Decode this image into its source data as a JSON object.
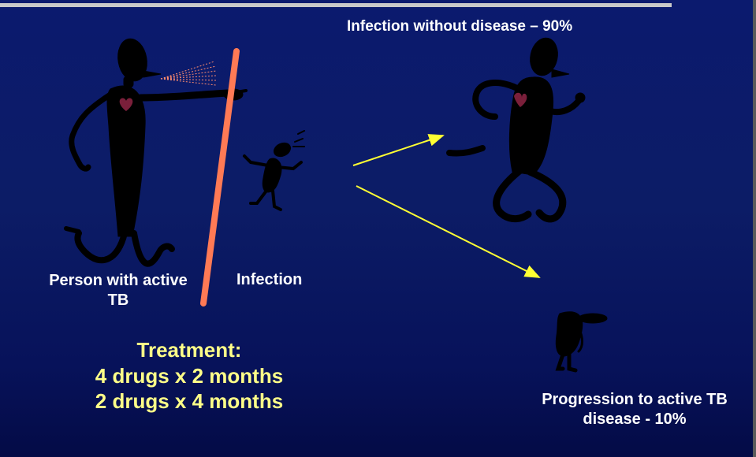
{
  "labels": {
    "infection_without_disease": "Infection without disease – 90%",
    "person_with_active_tb": "Person with active TB",
    "infection": "Infection",
    "progression": "Progression to active TB disease - 10%"
  },
  "treatment": {
    "title": "Treatment:",
    "line1": "4 drugs x 2 months",
    "line2": "2 drugs x 4 months"
  },
  "colors": {
    "background": "#0b1a6e",
    "arrow": "#ffff33",
    "barrier": "#ff7a55",
    "treatment_text": "#ffff88",
    "label_text": "#ffffff",
    "figure": "#000000",
    "heart": "#7a1f3a"
  }
}
